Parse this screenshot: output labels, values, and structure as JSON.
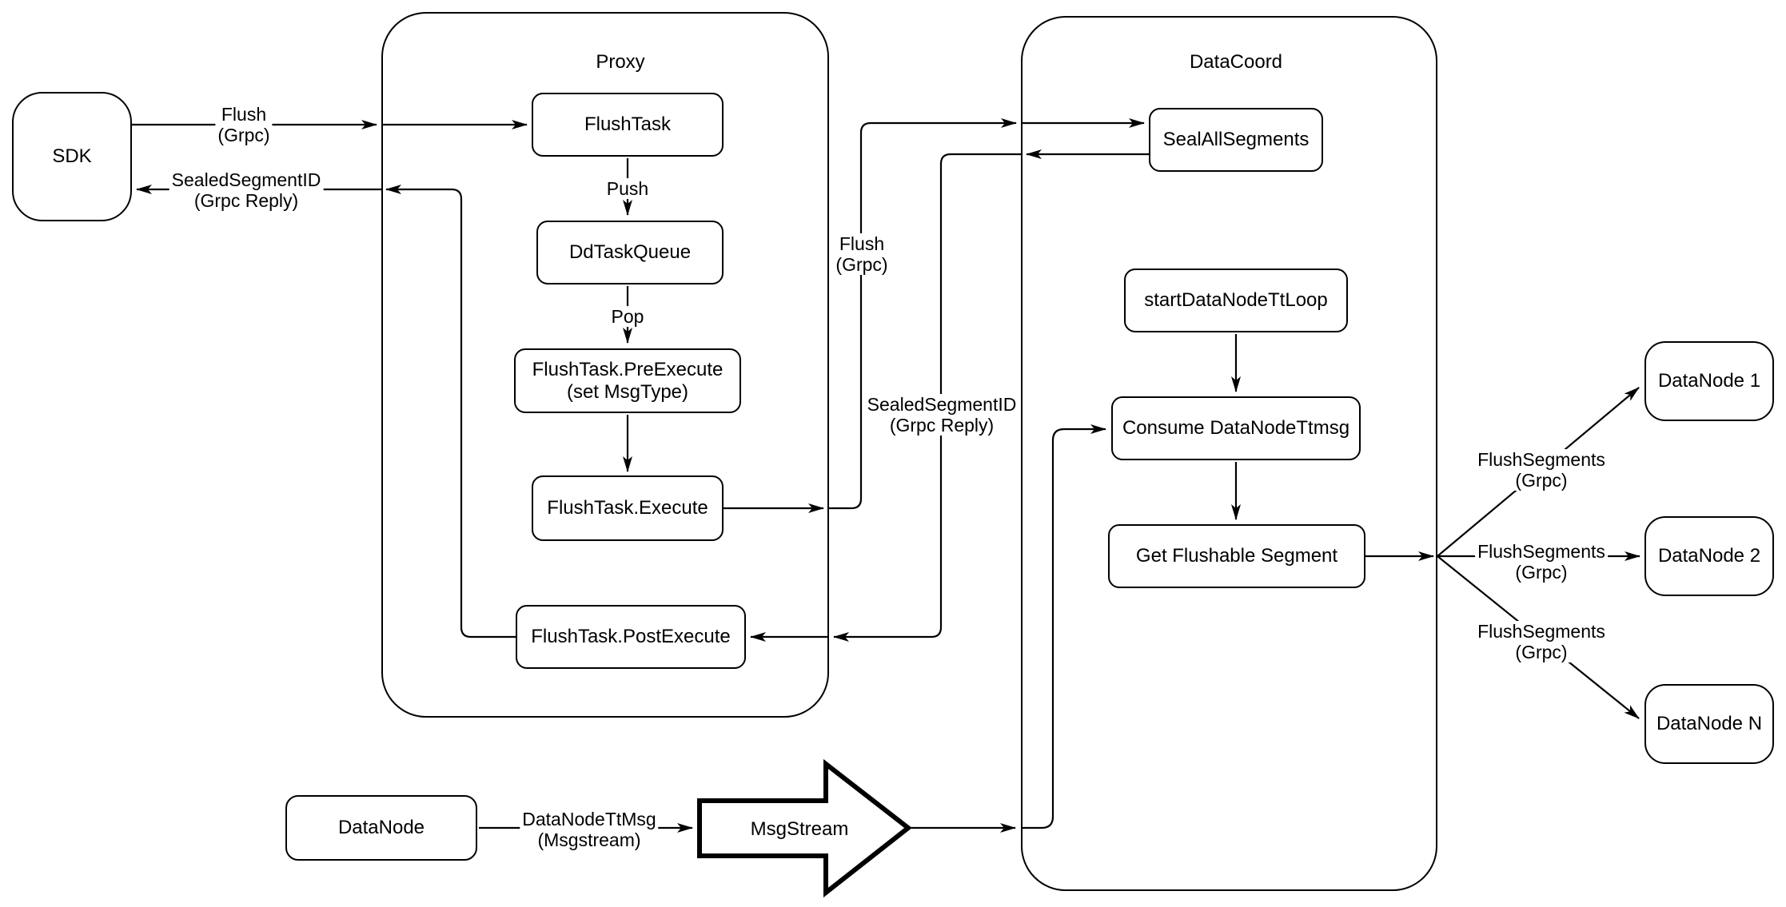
{
  "containers": {
    "proxy": {
      "label": "Proxy"
    },
    "datacoord": {
      "label": "DataCoord"
    }
  },
  "nodes": {
    "sdk": {
      "label": "SDK"
    },
    "flush_task": {
      "label": "FlushTask"
    },
    "dd_task_queue": {
      "label": "DdTaskQueue"
    },
    "pre_execute": {
      "label": "FlushTask.PreExecute\n(set MsgType)"
    },
    "execute": {
      "label": "FlushTask.Execute"
    },
    "post_execute": {
      "label": "FlushTask.PostExecute"
    },
    "seal_all_segments": {
      "label": "SealAllSegments"
    },
    "start_tt_loop": {
      "label": "startDataNodeTtLoop"
    },
    "consume_ttmsg": {
      "label": "Consume DataNodeTtmsg"
    },
    "get_flushable": {
      "label": "Get Flushable Segment"
    },
    "datanode1": {
      "label": "DataNode 1"
    },
    "datanode2": {
      "label": "DataNode 2"
    },
    "datanoden": {
      "label": "DataNode N"
    },
    "datanode_src": {
      "label": "DataNode"
    },
    "msgstream": {
      "label": "MsgStream"
    }
  },
  "edge_labels": {
    "flush_grpc_sdk": "Flush\n(Grpc)",
    "sealed_reply_sdk": "SealedSegmentID\n(Grpc Reply)",
    "push": "Push",
    "pop": "Pop",
    "flush_grpc_mid": "Flush\n(Grpc)",
    "sealed_reply_mid": "SealedSegmentID\n(Grpc Reply)",
    "flush_segments_1": "FlushSegments\n(Grpc)",
    "flush_segments_2": "FlushSegments\n(Grpc)",
    "flush_segments_3": "FlushSegments\n(Grpc)",
    "datanode_ttmsg": "DataNodeTtMsg\n(Msgstream)"
  },
  "colors": {
    "stroke": "#000000",
    "node_fill": "#ffffff",
    "background": "#ffffff"
  }
}
